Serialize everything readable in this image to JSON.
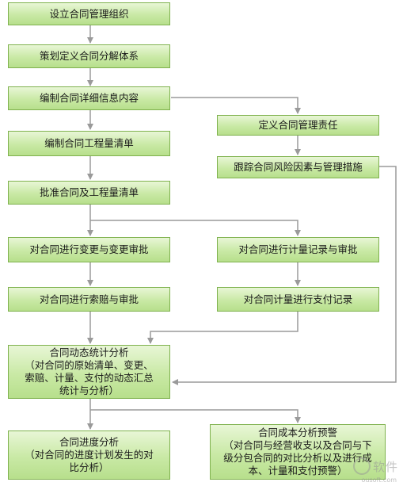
{
  "nodes": {
    "setup_org": "设立合同管理组织",
    "plan_breakdown": "策划定义合同分解体系",
    "compile_detail": "编制合同详细信息内容",
    "define_duty": "定义合同管理责任",
    "compile_boq": "编制合同工程量清单",
    "track_risk": "跟踪合同风险因素与管理措施",
    "approve_contract": "批准合同及工程量清单",
    "change_approve": "对合同进行变更与变更审批",
    "measure_record": "对合同进行计量记录与审批",
    "claim_approve": "对合同进行索赔与审批",
    "payment_record": "对合同计量进行支付记录",
    "dynamic_analysis_title": "合同动态统计分析",
    "dynamic_analysis_line1": "（对合同的原始清单、变更、",
    "dynamic_analysis_line2": "索赔、计量、支付的动态汇总",
    "dynamic_analysis_line3": "统计与分析）",
    "progress_title": "合同进度分析",
    "progress_line1": "（对合同的进度计划发生的对",
    "progress_line2": "比分析）",
    "cost_title": "合同成本分析预警",
    "cost_line1": "（对合同与经营收支以及合同与下",
    "cost_line2": "级分包合同的对比分析以及进行成",
    "cost_line3": "本、计量和支付预警）"
  },
  "watermark": {
    "text": "软件",
    "url": "ousoft.com"
  },
  "colors": {
    "box_border": "#7fb24e",
    "box_fill_top": "#e8f6d6",
    "box_fill_bottom": "#b7df8c",
    "connector": "#9a9a9a"
  }
}
